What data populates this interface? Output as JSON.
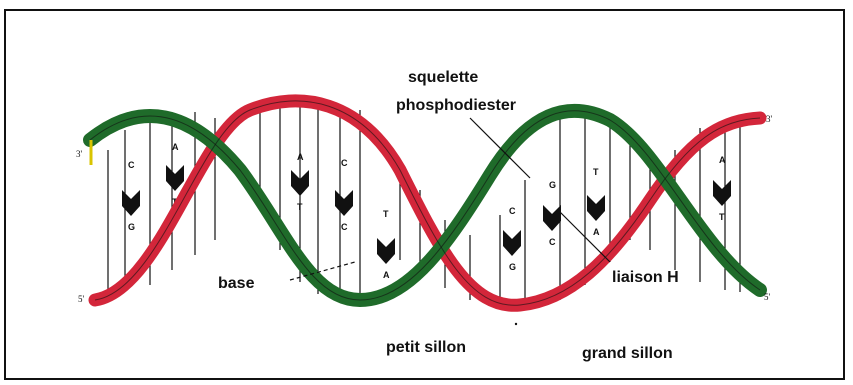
{
  "labels": {
    "backbone_line1": "squelette",
    "backbone_line2": "phosphodiester",
    "base": "base",
    "h_bond": "liaison H",
    "minor_groove": "petit sillon",
    "major_groove": "grand sillon"
  },
  "strand_ends": {
    "top_left": "3'",
    "bottom_left": "5'",
    "top_right": "3'",
    "bottom_right": "5'"
  },
  "base_pairs": [
    {
      "top": "C",
      "bottom": "G"
    },
    {
      "top": "A",
      "bottom": "T"
    },
    {
      "top": "A",
      "bottom": "T"
    },
    {
      "top": "C",
      "bottom": "C"
    },
    {
      "top": "T",
      "bottom": "A"
    },
    {
      "top": "C",
      "bottom": "G"
    },
    {
      "top": "G",
      "bottom": "C"
    },
    {
      "top": "T",
      "bottom": "A"
    },
    {
      "top": "A",
      "bottom": "T"
    }
  ],
  "colors": {
    "green_strand": "#1f6b2a",
    "red_strand": "#d3263a",
    "ink": "#111111",
    "frame": "#111111"
  }
}
